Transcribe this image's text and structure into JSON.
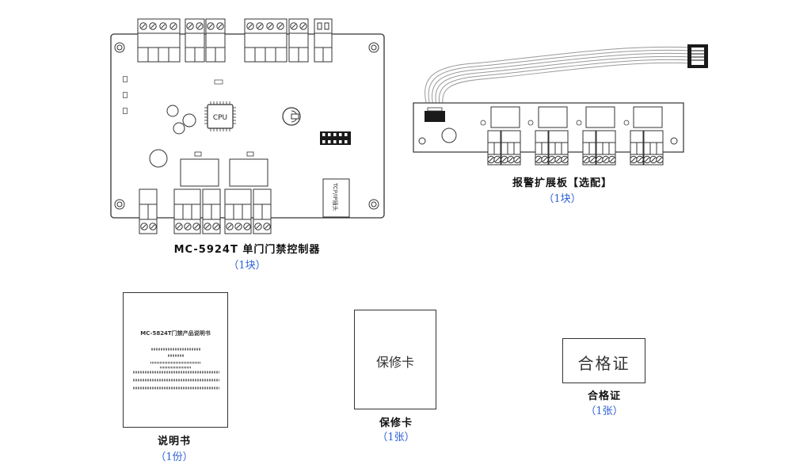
{
  "controller": {
    "cpu_label": "CPU",
    "tcp_label": "TCP/IP插头",
    "title": "MC-5924T 单门门禁控制器",
    "qty": "（1块）"
  },
  "alarm_board": {
    "title": "报警扩展板【选配】",
    "qty": "（1块）"
  },
  "manual": {
    "cover_title": "MC-5824T门禁产品说明书",
    "title": "说明书",
    "qty": "（1份）"
  },
  "warranty": {
    "card_text": "保修卡",
    "title": "保修卡",
    "qty": "（1张）"
  },
  "certificate": {
    "card_text": "合格证",
    "title": "合格证",
    "qty": "（1张）"
  },
  "colors": {
    "line": "#333333",
    "caption": "#111111",
    "quantity": "#2b5fd6"
  }
}
